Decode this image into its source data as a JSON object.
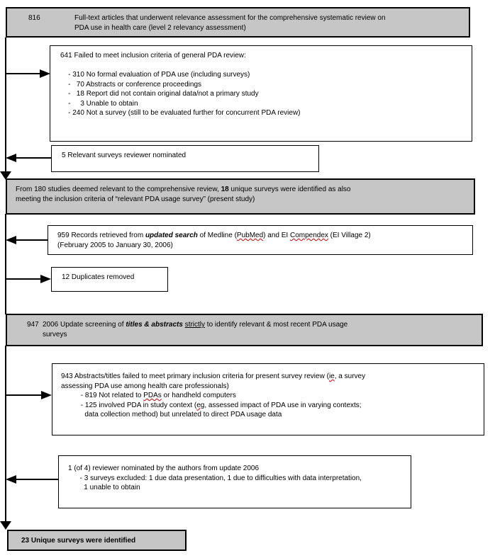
{
  "colors": {
    "gray_fill": "#c6c6c6",
    "line": "#000000",
    "squiggle": "#cc0000",
    "background": "#ffffff"
  },
  "diagram": {
    "boxes": {
      "fulltext_assessed": {
        "num": "816",
        "lines": [
          [
            {
              "t": "Full-text articles that underwent relevance assessment for the comprehensive systematic review on"
            }
          ],
          [
            {
              "t": "PDA use in health care (level 2 relevancy assessment)"
            }
          ]
        ]
      },
      "failed_inclusion": {
        "lines": [
          [
            {
              "t": "641 Failed to meet inclusion criteria of general PDA review:"
            }
          ],
          [],
          [
            {
              "t": "    - 310 No formal evaluation of PDA use (including surveys)"
            }
          ],
          [
            {
              "t": "    -   70 Abstracts or conference proceedings"
            }
          ],
          [
            {
              "t": "    -   18 Report did not contain original data/not a primary study"
            }
          ],
          [
            {
              "t": "    -     3 Unable to obtain"
            }
          ],
          [
            {
              "t": "    - 240 Not a survey (still to be evaluated further for concurrent PDA review)"
            }
          ]
        ]
      },
      "reviewer_nominated": {
        "lines": [
          [
            {
              "t": "5 Relevant surveys reviewer nominated"
            }
          ]
        ]
      },
      "unique_surveys_18": {
        "lines": [
          [
            {
              "t": "From 180 studies deemed relevant to the comprehensive review, "
            },
            {
              "t": "18",
              "s": "b"
            },
            {
              "t": " unique surveys were identified as also"
            }
          ],
          [
            {
              "t": "meeting the inclusion criteria of “relevant PDA usage survey” (present study)"
            }
          ]
        ]
      },
      "records_retrieved": {
        "lines": [
          [
            {
              "t": "959 Records retrieved from "
            },
            {
              "t": "updated search",
              "s": "bi"
            },
            {
              "t": " of Medline ("
            },
            {
              "t": "PubMed",
              "s": "sq"
            },
            {
              "t": ") and EI "
            },
            {
              "t": "Compendex",
              "s": "sq"
            },
            {
              "t": " (EI Village 2)"
            }
          ],
          [
            {
              "t": "(February 2005 to January 30, 2006)"
            }
          ]
        ]
      },
      "duplicates_removed": {
        "lines": [
          [
            {
              "t": "12 Duplicates removed"
            }
          ]
        ]
      },
      "update_screening": {
        "num": "947",
        "lines": [
          [
            {
              "t": "2006 Update screening of "
            },
            {
              "t": "titles & abstracts",
              "s": "bi"
            },
            {
              "t": " "
            },
            {
              "t": "strictly",
              "s": "u"
            },
            {
              "t": " to identify relevant & most recent PDA usage"
            }
          ],
          [
            {
              "t": "surveys"
            }
          ]
        ]
      },
      "abstracts_failed": {
        "lines": [
          [
            {
              "t": "943 Abstracts/titles failed to meet primary inclusion criteria for present survey review ("
            },
            {
              "t": "ie",
              "s": "sq"
            },
            {
              "t": ", a survey"
            }
          ],
          [
            {
              "t": "assessing PDA use among health care professionals)"
            }
          ],
          [
            {
              "t": "          - 819 Not related to "
            },
            {
              "t": "PDAs",
              "s": "sq"
            },
            {
              "t": " or handheld computers"
            }
          ],
          [
            {
              "t": "          - 125 involved PDA in study context ("
            },
            {
              "t": "eg",
              "s": "sq"
            },
            {
              "t": ", assessed impact of PDA use in varying contexts;"
            }
          ],
          [
            {
              "t": "            data collection method) but unrelated to direct PDA usage data"
            }
          ]
        ]
      },
      "reviewer_nominated_update": {
        "lines": [
          [
            {
              "t": "1 (of 4) reviewer nominated by the authors from update 2006"
            }
          ],
          [
            {
              "t": "      - 3 surveys excluded: 1 due data presentation, 1 due to difficulties with data interpretation,"
            }
          ],
          [
            {
              "t": "        1 unable to obtain"
            }
          ]
        ]
      },
      "final_unique_surveys": {
        "lines": [
          [
            {
              "t": "23 Unique surveys were identified",
              "s": "b"
            }
          ]
        ]
      }
    }
  }
}
